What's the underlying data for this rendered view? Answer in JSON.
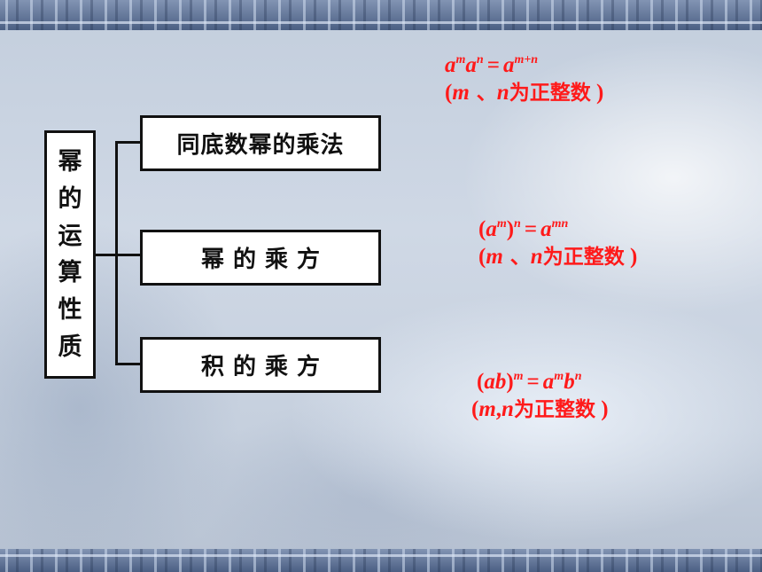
{
  "slide": {
    "border_color": "#58709a",
    "formula_color": "#ff1a1a",
    "main_label_chars": [
      "幂",
      "的",
      "运",
      "算",
      "性",
      "质"
    ],
    "branches": [
      {
        "label": "同底数幂的乘法"
      },
      {
        "label": "幂的乘方"
      },
      {
        "label": "积的乘方"
      }
    ],
    "formulas": [
      {
        "base1": "a",
        "exp1": "m",
        "base2": "a",
        "exp2": "n",
        "equals": "=",
        "rhs_base": "a",
        "rhs_exp": "m+n",
        "cond_open": "(",
        "cond_var1": "m",
        "cond_sep": " 、",
        "cond_var2": "n",
        "cond_text": "为正整数",
        "cond_close": " )"
      },
      {
        "open": "(",
        "base": "a",
        "inner_exp": "m",
        "close": ")",
        "outer_exp": "n",
        "equals": "=",
        "rhs_base": "a",
        "rhs_exp": "mn",
        "cond_open": "(",
        "cond_var1": "m",
        "cond_sep": " 、",
        "cond_var2": "n",
        "cond_text": "为正整数",
        "cond_close": " )"
      },
      {
        "open": "(",
        "product": "ab",
        "close": ")",
        "outer_exp": "m",
        "equals": "=",
        "rhs_base1": "a",
        "rhs_exp1": "m",
        "rhs_base2": "b",
        "rhs_exp2": "n",
        "cond_open": "(",
        "cond_var1": "m",
        "cond_sep": ",",
        "cond_var2": "n",
        "cond_text": "为正整数",
        "cond_close": " )"
      }
    ]
  }
}
